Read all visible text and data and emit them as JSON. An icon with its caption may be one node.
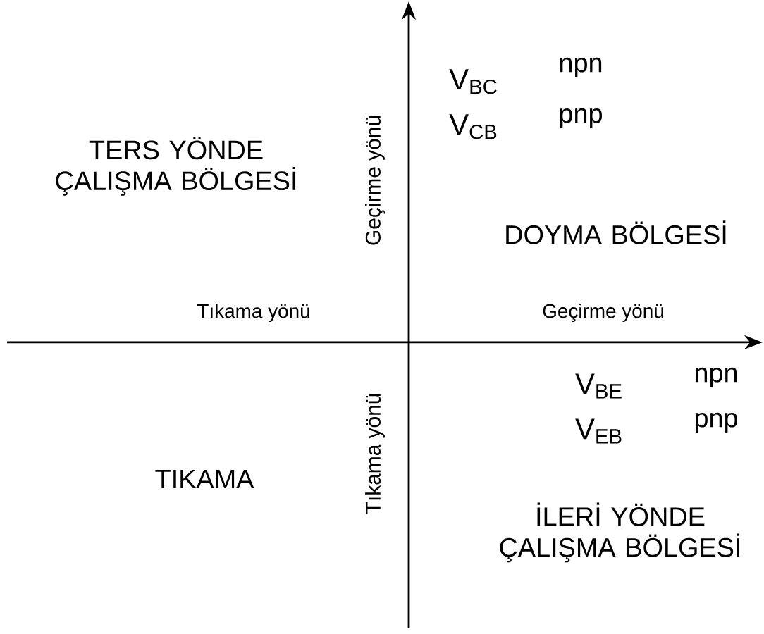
{
  "diagram": {
    "labels": [
      "V$_{BC}$",
      "npn",
      "V$_{CB}$",
      "pnp",
      "Geçirme yönü",
      "TERS YÖNDE ÇALIŞMA BÖLGESİ",
      "DOYMA BÖLGESİ",
      "Tıkama yönü",
      "Geçirme yönü",
      "V$_{BE}$",
      "npn",
      "V$_{EB}$",
      "pnp",
      "Tıkama yönü",
      "TIKAMA",
      "İLERİ YÖNDE ÇALIŞMA BÖLGESİ"
    ]
  }
}
